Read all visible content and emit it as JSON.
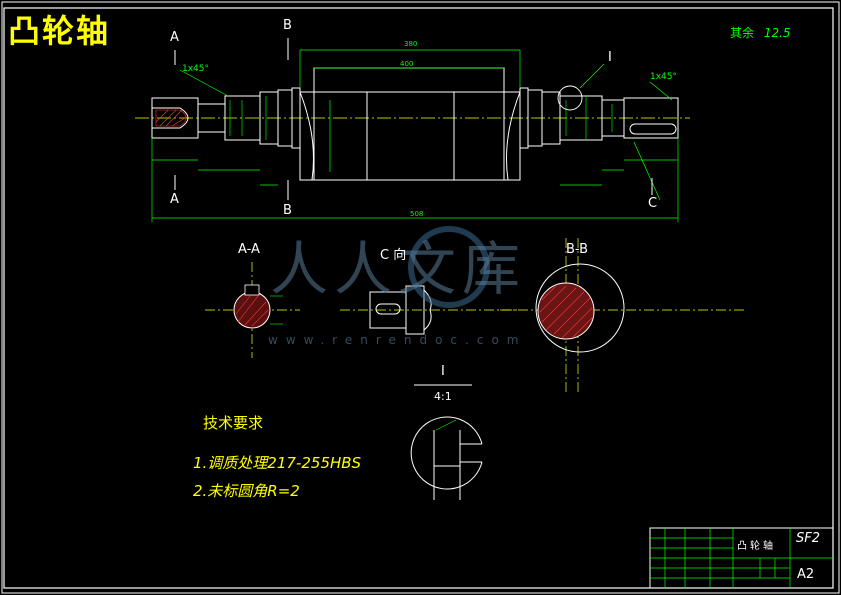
{
  "drawing": {
    "title": "凸轮轴",
    "roughness_note": "其余",
    "roughness_value": "12.5",
    "section_aa": "A-A",
    "section_bb": "B-B",
    "view_c": "C 向",
    "detail_i": "I",
    "detail_scale": "4:1",
    "letter_a": "A",
    "letter_b": "B",
    "letter_c": "C",
    "letter_i": "I",
    "chamfer": "1x45°",
    "dim_top_1": "380",
    "dim_top_2": "400",
    "dim_bottom": "508",
    "tech_title": "技术要求",
    "tech_1": "1.调质处理217-255HBS",
    "tech_2": "2.未标圆角R=2",
    "watermark": "人人文库",
    "watermark_url": "www.renrendoc.com",
    "title_block_name": "凸轮轴",
    "title_block_code": "SF2",
    "title_block_size": "A2",
    "colors": {
      "outline": "#ffffff",
      "dimension": "#00ff00",
      "center": "#ffff00",
      "hatch": "#ff2020",
      "frame": "#ffffff"
    }
  }
}
